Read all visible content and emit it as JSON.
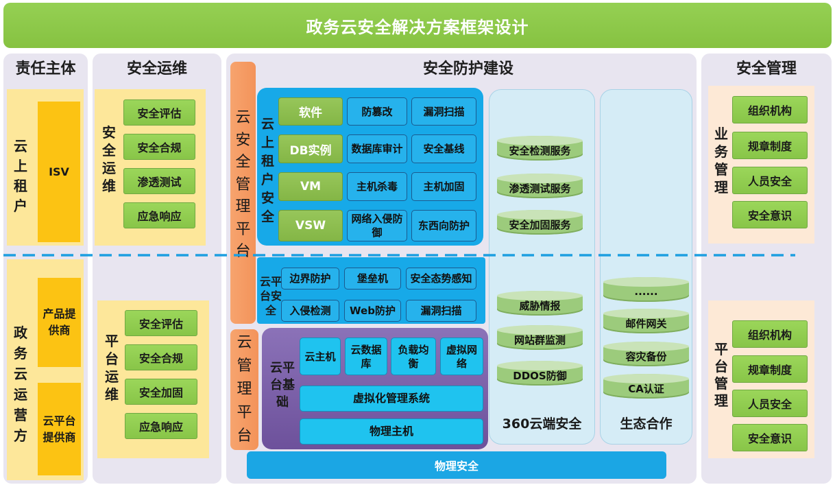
{
  "title": "政务云安全解决方案框架设计",
  "responsibility": {
    "header": "责任主体",
    "tenant": {
      "label": "云上租户",
      "items": [
        "ISV"
      ]
    },
    "operator": {
      "label": "政务云运营方",
      "items": [
        "产品提供商",
        "云平台提供商"
      ]
    }
  },
  "operations": {
    "header": "安全运维",
    "security_ops": {
      "label": "安全运维",
      "items": [
        "安全评估",
        "安全合规",
        "渗透测试",
        "应急响应"
      ]
    },
    "platform_ops": {
      "label": "平台运维",
      "items": [
        "安全评估",
        "安全合规",
        "安全加固",
        "应急响应"
      ]
    }
  },
  "protection": {
    "header": "安全防护建设",
    "cloud_security_platform": "云安全管理平台",
    "cloud_management_platform": "云管理平台",
    "tenant_security": {
      "label": "云上租户安全",
      "rows": [
        {
          "category": "软件",
          "items": [
            "防篡改",
            "漏洞扫描"
          ]
        },
        {
          "category": "DB实例",
          "items": [
            "数据库审计",
            "安全基线"
          ]
        },
        {
          "category": "VM",
          "items": [
            "主机杀毒",
            "主机加固"
          ]
        },
        {
          "category": "VSW",
          "items": [
            "网络入侵防御",
            "东西向防护"
          ]
        }
      ]
    },
    "platform_security": {
      "label": "云平台安全",
      "rows": [
        [
          "边界防护",
          "堡垒机",
          "安全态势感知"
        ],
        [
          "入侵检测",
          "Web防护",
          "漏洞扫描"
        ]
      ]
    },
    "platform_foundation": {
      "label": "云平台基础",
      "resources": [
        "云主机",
        "云数据库",
        "负载均衡",
        "虚拟网络"
      ],
      "virtualization": "虚拟化管理系统",
      "physical_host": "物理主机"
    },
    "physical_security": "物理安全",
    "cloud_360": {
      "label": "360云端安全",
      "services": [
        "安全检测服务",
        "渗透测试服务",
        "安全加固服务",
        "威胁情报",
        "网站群监测",
        "DDOS防御"
      ]
    },
    "ecosystem": {
      "label": "生态合作",
      "partners": [
        "......",
        "邮件网关",
        "容灾备份",
        "CA认证"
      ]
    }
  },
  "management": {
    "header": "安全管理",
    "business": {
      "label": "业务管理",
      "items": [
        "组织机构",
        "规章制度",
        "人员安全",
        "安全意识"
      ]
    },
    "platform": {
      "label": "平台管理",
      "items": [
        "组织机构",
        "规章制度",
        "人员安全",
        "安全意识"
      ]
    }
  },
  "colors": {
    "banner": "#8cc84a",
    "panel": "#e8e5f0",
    "ops_yellow": "#fde79a",
    "role_gold": "#fcc313",
    "item_green": "#92d050",
    "security_blue": "#17a9e8",
    "foundation_purple": "#7b61a8",
    "platform_orange": "#f59c64",
    "management_peach": "#fde9d6",
    "divider_blue": "#1e9fe0"
  }
}
